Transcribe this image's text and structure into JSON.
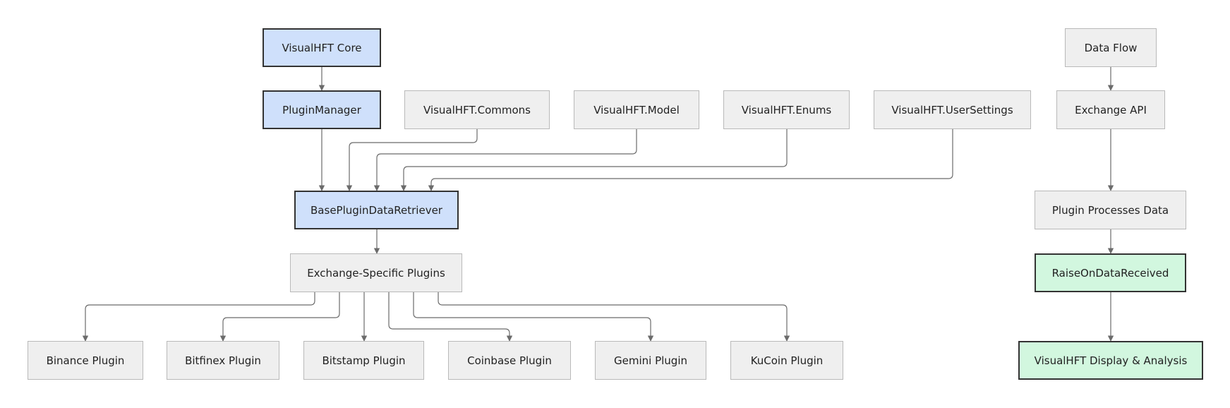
{
  "nodes": {
    "core": "VisualHFT Core",
    "plugin_manager": "PluginManager",
    "commons": "VisualHFT.Commons",
    "model": "VisualHFT.Model",
    "enums": "VisualHFT.Enums",
    "user_settings": "VisualHFT.UserSettings",
    "base_retriever": "BasePluginDataRetriever",
    "exchange_plugins": "Exchange-Specific Plugins",
    "binance": "Binance Plugin",
    "bitfinex": "Bitfinex Plugin",
    "bitstamp": "Bitstamp Plugin",
    "coinbase": "Coinbase Plugin",
    "gemini": "Gemini Plugin",
    "kucoin": "KuCoin Plugin",
    "data_flow": "Data Flow",
    "exchange_api": "Exchange API",
    "plugin_processes": "Plugin Processes Data",
    "raise_on_data": "RaiseOnDataReceived",
    "display": "VisualHFT Display & Analysis"
  },
  "edges": [
    [
      "core",
      "plugin_manager"
    ],
    [
      "plugin_manager",
      "base_retriever"
    ],
    [
      "commons",
      "base_retriever"
    ],
    [
      "model",
      "base_retriever"
    ],
    [
      "enums",
      "base_retriever"
    ],
    [
      "user_settings",
      "base_retriever"
    ],
    [
      "base_retriever",
      "exchange_plugins"
    ],
    [
      "exchange_plugins",
      "binance"
    ],
    [
      "exchange_plugins",
      "bitfinex"
    ],
    [
      "exchange_plugins",
      "bitstamp"
    ],
    [
      "exchange_plugins",
      "coinbase"
    ],
    [
      "exchange_plugins",
      "gemini"
    ],
    [
      "exchange_plugins",
      "kucoin"
    ],
    [
      "data_flow",
      "exchange_api"
    ],
    [
      "exchange_api",
      "plugin_processes"
    ],
    [
      "plugin_processes",
      "raise_on_data"
    ],
    [
      "raise_on_data",
      "display"
    ]
  ],
  "colors": {
    "node_fill": "#efefef",
    "core_fill": "#cfe0fb",
    "highlight_fill": "#d2f7df",
    "edge": "#6b6b6b"
  }
}
